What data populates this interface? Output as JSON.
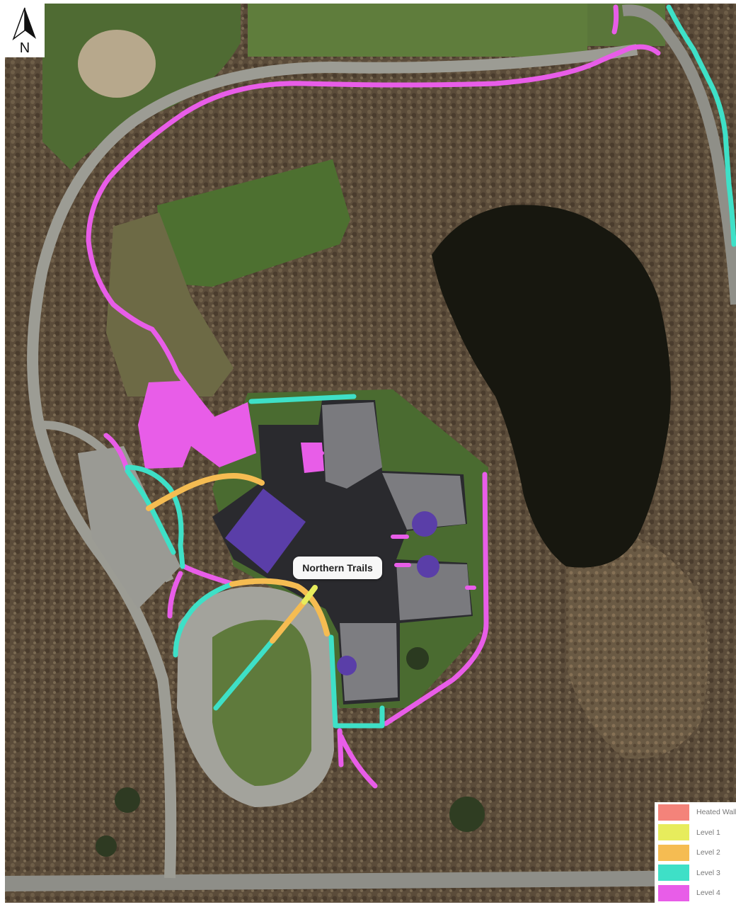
{
  "map": {
    "place_label": "Northern Trails",
    "north_label": "N",
    "basemap": "satellite imagery",
    "colors": {
      "heated_walk": "#f4837a",
      "level_1": "#e7ec5c",
      "level_2": "#f5bc52",
      "level_3": "#3ee0c7",
      "level_4": "#e85de8",
      "building_accent": "#5a3ea8"
    }
  },
  "legend": {
    "items": [
      {
        "label": "Heated Walks",
        "color": "#f4837a"
      },
      {
        "label": "Level 1",
        "color": "#e7ec5c"
      },
      {
        "label": "Level 2",
        "color": "#f5bc52"
      },
      {
        "label": "Level 3",
        "color": "#3ee0c7"
      },
      {
        "label": "Level 4",
        "color": "#e85de8"
      }
    ]
  }
}
